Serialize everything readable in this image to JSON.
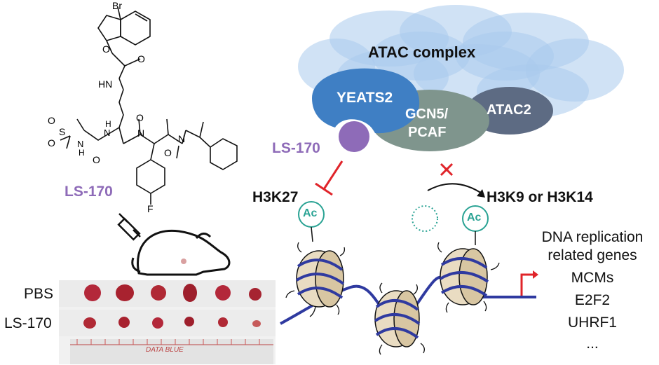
{
  "molecule": {
    "atoms": [
      "Br",
      "O",
      "O",
      "HN",
      "O",
      "O",
      "S",
      "O",
      "N",
      "H",
      "N",
      "H",
      "O",
      "N",
      "N",
      "O",
      "F"
    ],
    "name": "LS-170"
  },
  "complex": {
    "title": "ATAC complex",
    "subunits": [
      "YEATS2",
      "GCN5/",
      "PCAF",
      "ATAC2"
    ]
  },
  "inhibitor": {
    "label": "LS-170",
    "color": "#8e6bb8"
  },
  "histone_marks": {
    "left": "H3K27",
    "right": "H3K9 or H3K14",
    "acetyl": "Ac"
  },
  "genes": {
    "header_lines": [
      "DNA replication",
      "related genes"
    ],
    "items": [
      "MCMs",
      "E2F2",
      "UHRF1",
      "..."
    ]
  },
  "tumor_photo": {
    "row_labels": [
      "PBS",
      "LS-170"
    ],
    "ruler_text": "DATA BLUE"
  },
  "colors": {
    "yeats2": "#3f7fc4",
    "gcn5": "#7f958d",
    "atac2": "#5d6b83",
    "cloud": "#9fc3e8",
    "dna": "#2f3aa0",
    "inhibit_red": "#e0242a",
    "ac_teal": "#2aa394"
  }
}
